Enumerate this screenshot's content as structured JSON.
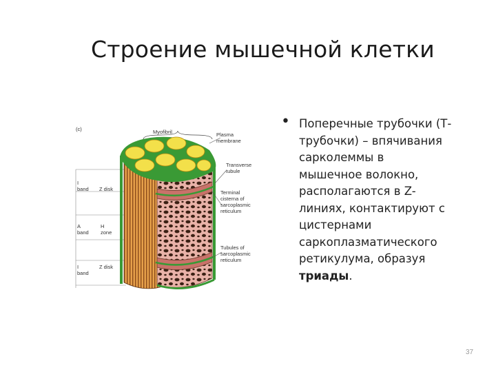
{
  "slide": {
    "title": "Строение мышечной клетки",
    "bullet": {
      "text_line_1": "Поперечные трубочки (Т-",
      "text_line_2": "трубочки) – впячивания",
      "text_line_3": "сарколеммы в",
      "text_line_4": "мышечное волокно,",
      "text_line_5": "располагаются в Z-",
      "text_line_6": "линиях, контактируют с",
      "text_line_7": "цистернами",
      "text_line_8": "саркоплазматического",
      "text_line_9": "ретикулума, образуя",
      "bold_word": "триады",
      "end_punct": "."
    },
    "page_number": "37"
  },
  "figure": {
    "panel_letter": "(c)",
    "myofibril": "Myofibril",
    "plasma_membrane_1": "Plasma",
    "plasma_membrane_2": "membrane",
    "transverse_1": "Transverse",
    "transverse_2": "tubule",
    "terminal_1": "Terminal",
    "terminal_2": "cisterna of",
    "terminal_3": "sarcoplasmic",
    "terminal_4": "reticulum",
    "tubules_1": "Tubules of",
    "tubules_2": "sarcoplasmic",
    "tubules_3": "reticulum",
    "i_band_1_letter": "I",
    "i_band_1_word": "band",
    "z_disk_1": "Z disk",
    "a_band_letter": "A",
    "a_band_word": "band",
    "h_zone_letter": "H",
    "h_zone_word": "zone",
    "i_band_2_letter": "I",
    "i_band_2_word": "band",
    "z_disk_2": "Z disk"
  },
  "colors": {
    "membrane_green": "#3a9a35",
    "myofibril_yellow": "#f3e04a",
    "fiber_orange": "#d98a3c",
    "reticulum_pink": "#e6a5a0",
    "reticulum_dark": "#4a2a1a"
  }
}
